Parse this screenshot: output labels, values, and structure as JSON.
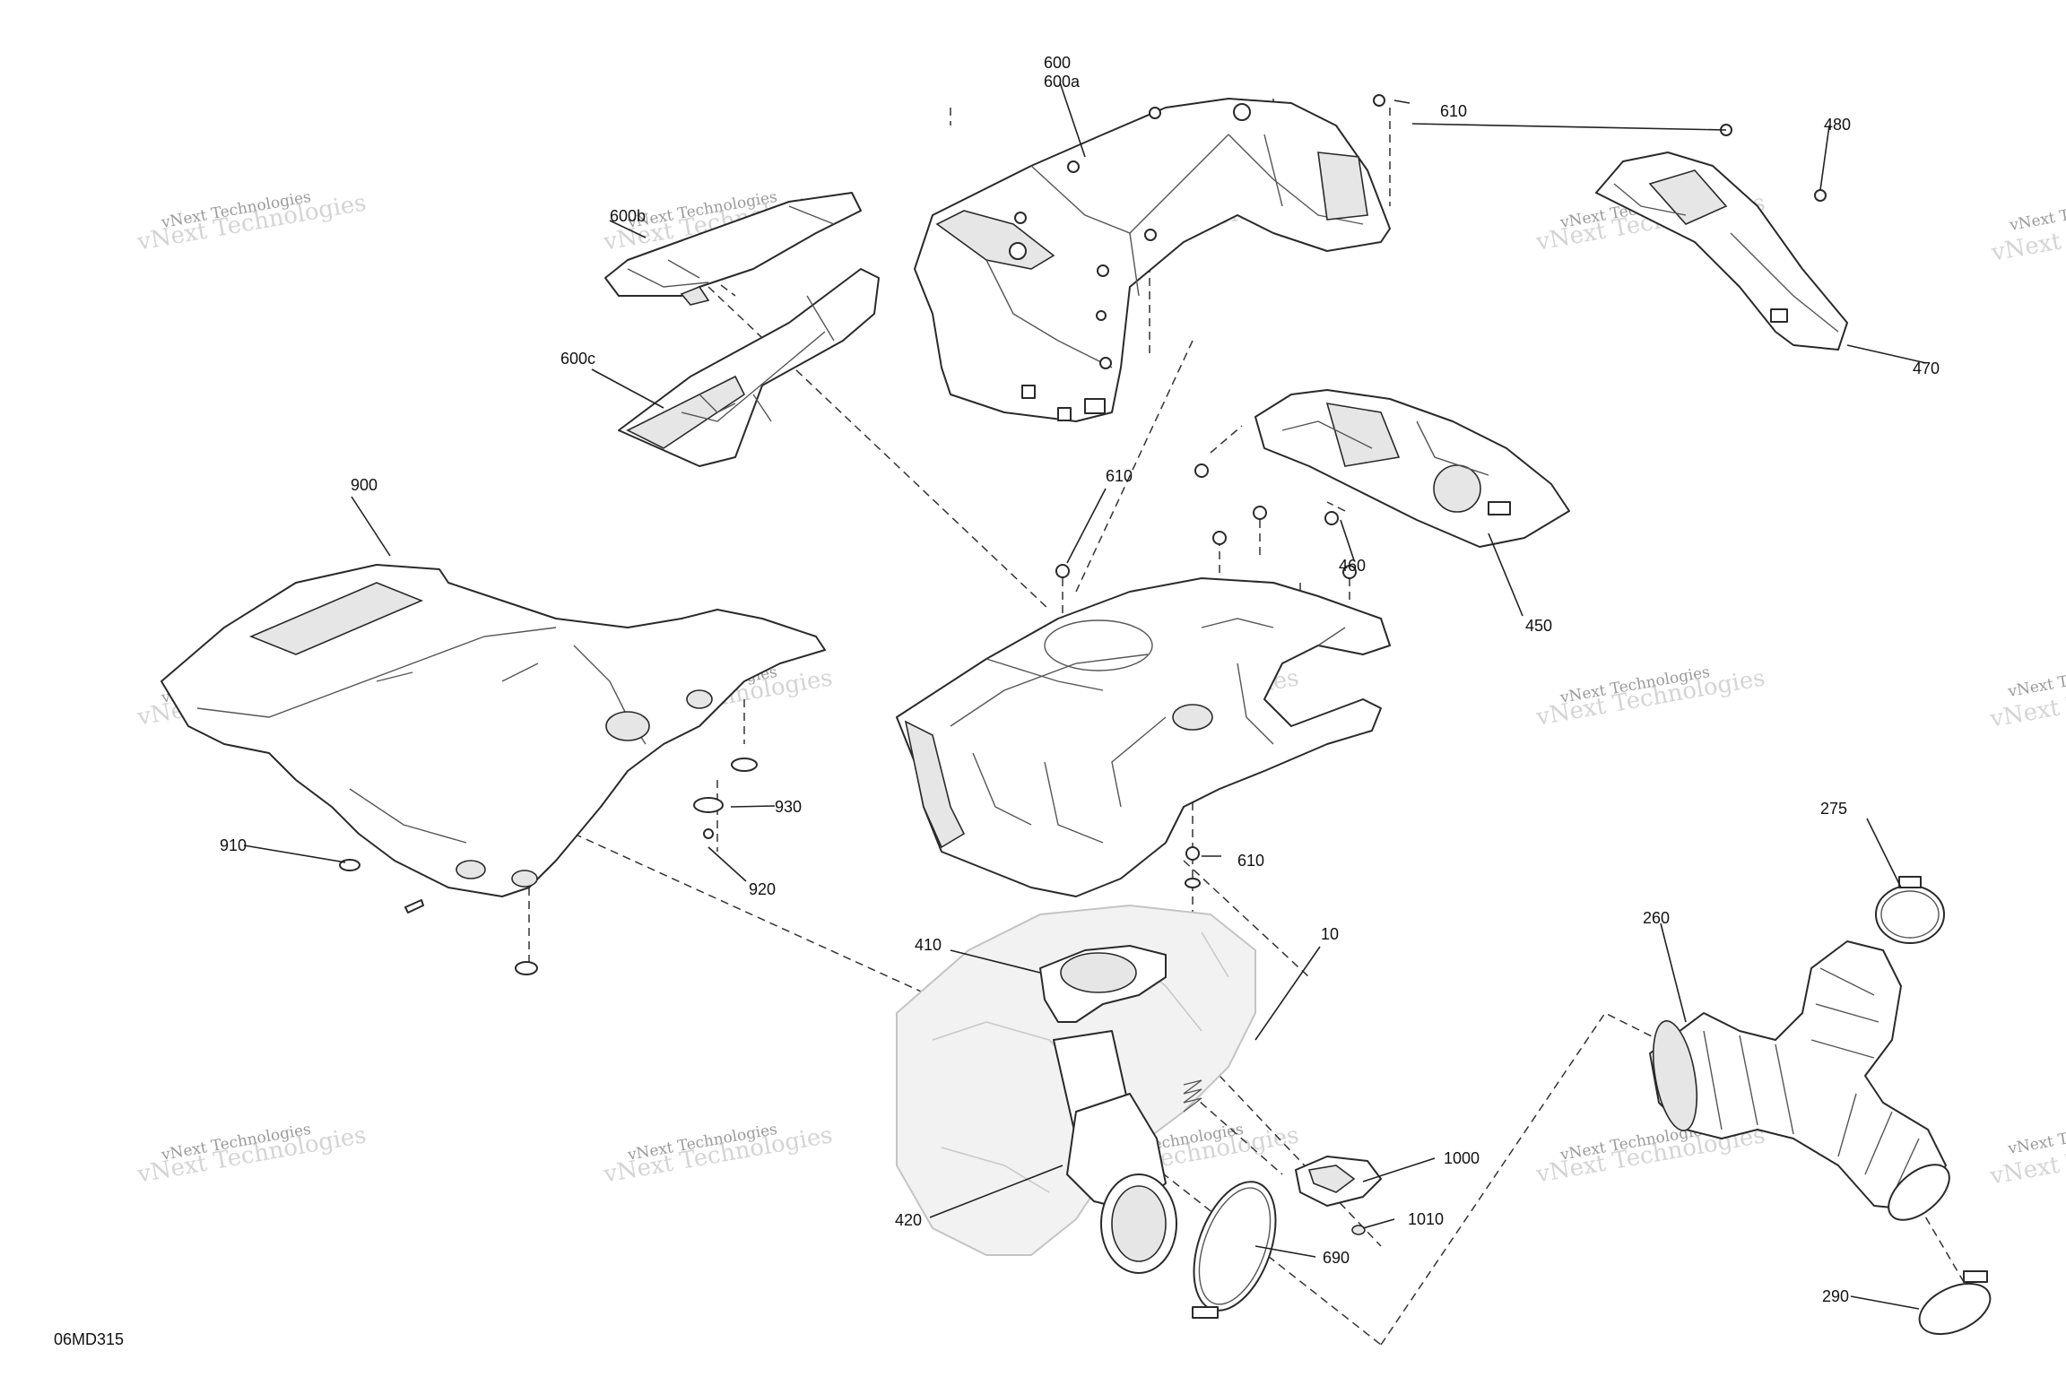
{
  "diagram_ref": "06MD315",
  "watermark": {
    "line1": "vNext Technologies",
    "line2": "vNext Technologies"
  },
  "callouts": {
    "c600": "600",
    "c600a": "600a",
    "c600b": "600b",
    "c600c": "600c",
    "c610_top": "610",
    "c610_mid": "610",
    "c610_low": "610",
    "c480": "480",
    "c470": "470",
    "c460": "460",
    "c450": "450",
    "c900": "900",
    "c930": "930",
    "c910": "910",
    "c920": "920",
    "c410": "410",
    "c10": "10",
    "c420": "420",
    "c1000": "1000",
    "c1010": "1010",
    "c690": "690",
    "c275": "275",
    "c260": "260",
    "c290": "290"
  }
}
